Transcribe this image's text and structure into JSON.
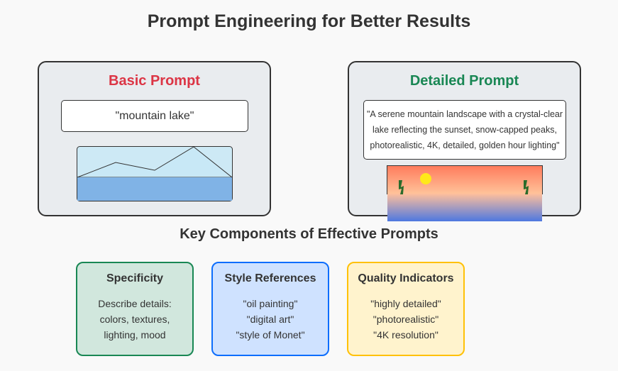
{
  "title": "Prompt Engineering for Better Results",
  "basic": {
    "heading": "Basic Prompt",
    "prompt": "\"mountain lake\""
  },
  "detailed": {
    "heading": "Detailed Prompt",
    "prompt": "\"A serene mountain landscape with a crystal-clear\nlake reflecting the sunset, snow-capped peaks,\nphotorealistic, 4K, detailed, golden hour lighting\""
  },
  "components": {
    "heading": "Key Components of Effective Prompts",
    "cards": [
      {
        "title": "Specificity",
        "lines": [
          "Describe details:",
          "colors, textures,",
          "lighting, mood"
        ]
      },
      {
        "title": "Style References",
        "lines": [
          "\"oil painting\"",
          "\"digital art\"",
          "\"style of Monet\""
        ]
      },
      {
        "title": "Quality Indicators",
        "lines": [
          "\"highly detailed\"",
          "\"photorealistic\"",
          "\"4K resolution\""
        ]
      }
    ]
  },
  "colors": {
    "basic_heading": "#dc3545",
    "detailed_heading": "#198754",
    "card_green_border": "#198754",
    "card_green_fill": "#d1e7dd",
    "card_blue_border": "#0d6efd",
    "card_blue_fill": "#cfe2ff",
    "card_yellow_border": "#ffc107",
    "card_yellow_fill": "#fff3cd"
  }
}
